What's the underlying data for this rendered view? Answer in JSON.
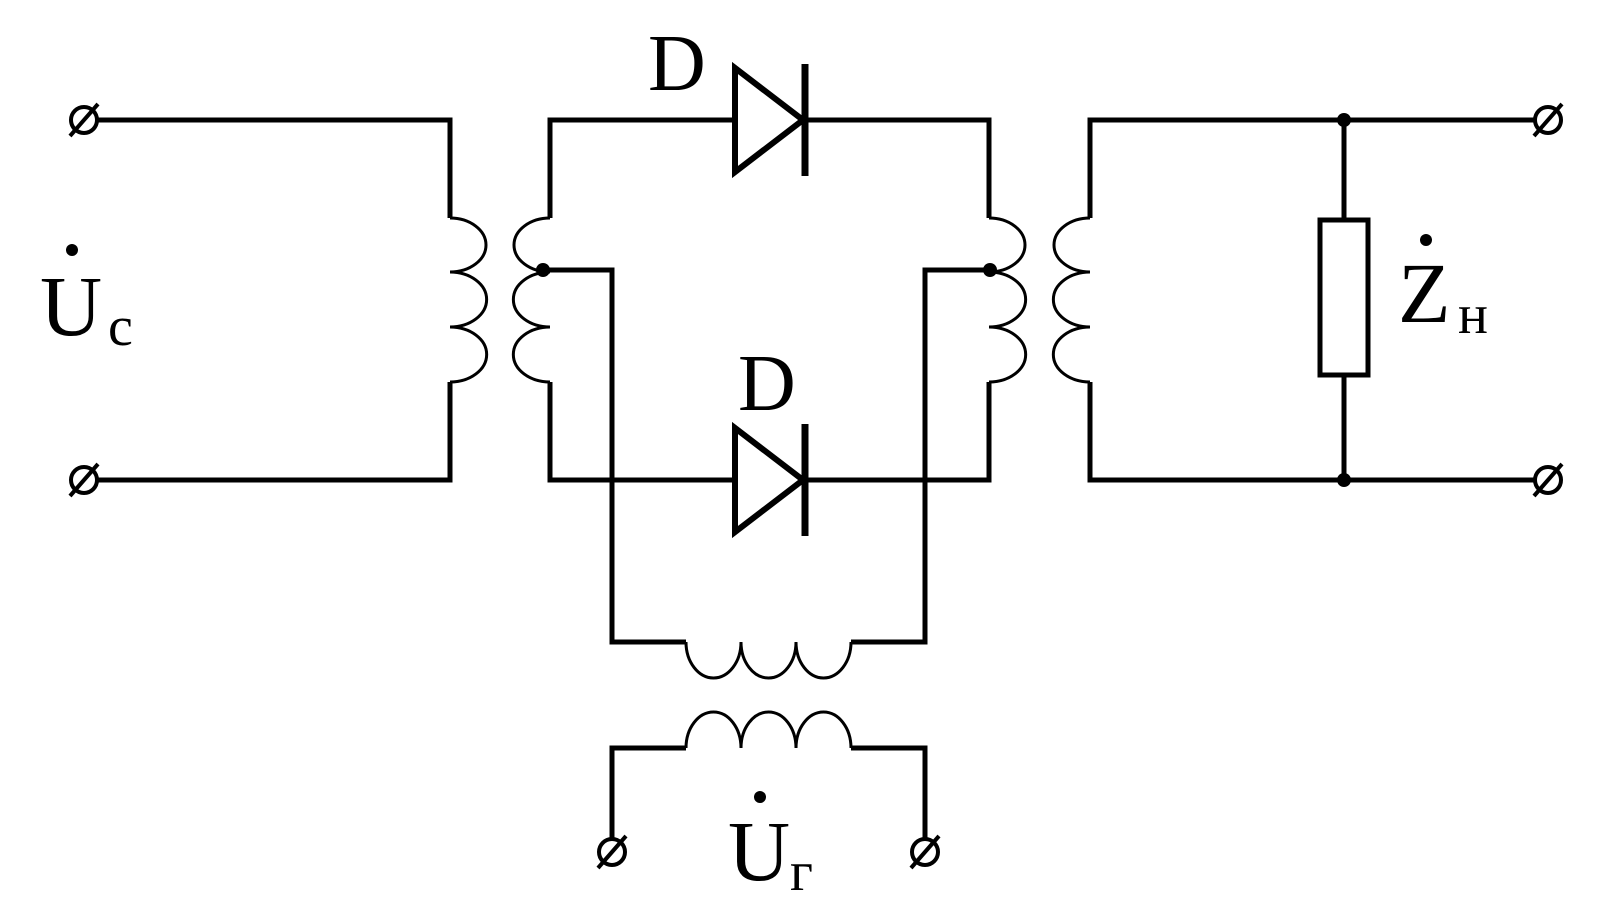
{
  "labels": {
    "input_voltage": {
      "symbol": "U",
      "subscript": "c"
    },
    "output_load": {
      "symbol": "Z",
      "subscript": "н"
    },
    "local_oscillator": {
      "symbol": "U",
      "subscript": "г"
    },
    "diode_top": "D",
    "diode_bottom": "D"
  },
  "colors": {
    "ink": "#000000",
    "background": "#ffffff"
  }
}
